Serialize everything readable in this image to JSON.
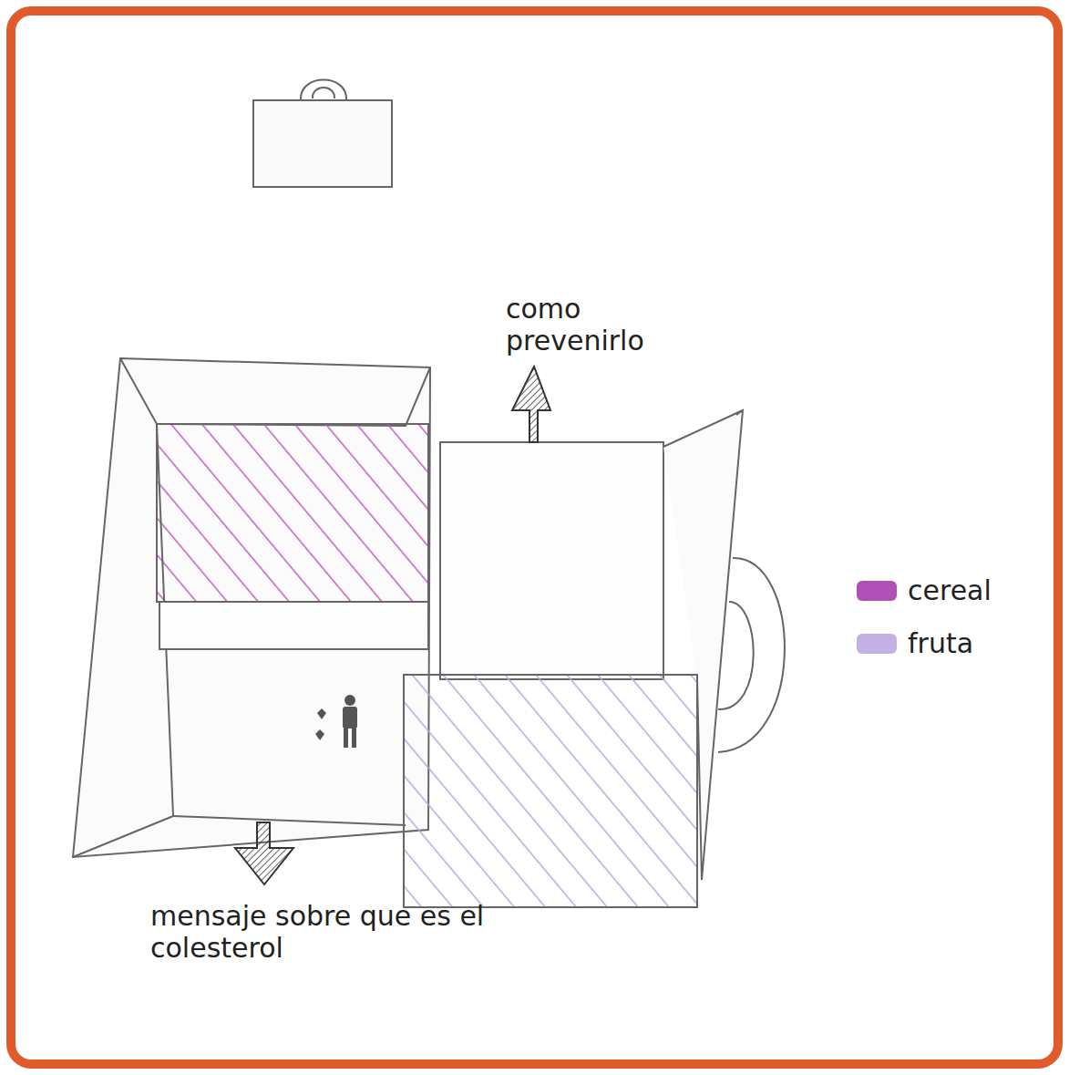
{
  "diagram": {
    "labels": [
      "como prevenirlo",
      "mensaje sobre que es el colesterol"
    ],
    "legend": [
      {
        "text": "cereal",
        "color": "#b04fb5"
      },
      {
        "text": "fruta",
        "color": "#c2b1e2"
      }
    ]
  }
}
